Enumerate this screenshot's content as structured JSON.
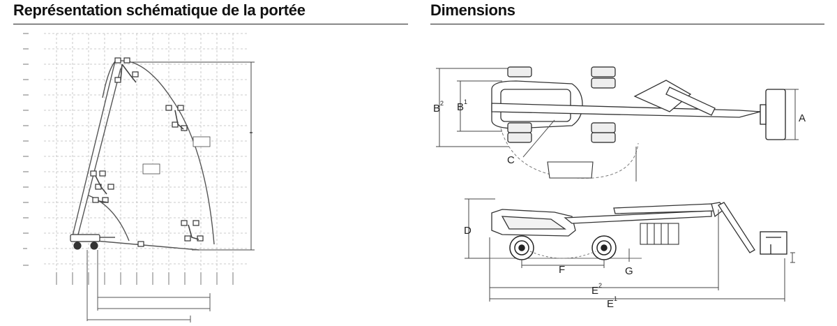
{
  "left_section": {
    "title": "Représentation schématique de la portée"
  },
  "right_section": {
    "title": "Dimensions",
    "labels": {
      "a": "A",
      "b": "B",
      "b_sup": "2",
      "b1": "B",
      "b1_sup": "1",
      "c": "C",
      "d": "D",
      "e": "E",
      "e2_sup": "2",
      "e1": "E",
      "e1_sup": "1",
      "f": "F",
      "g": "G"
    }
  }
}
